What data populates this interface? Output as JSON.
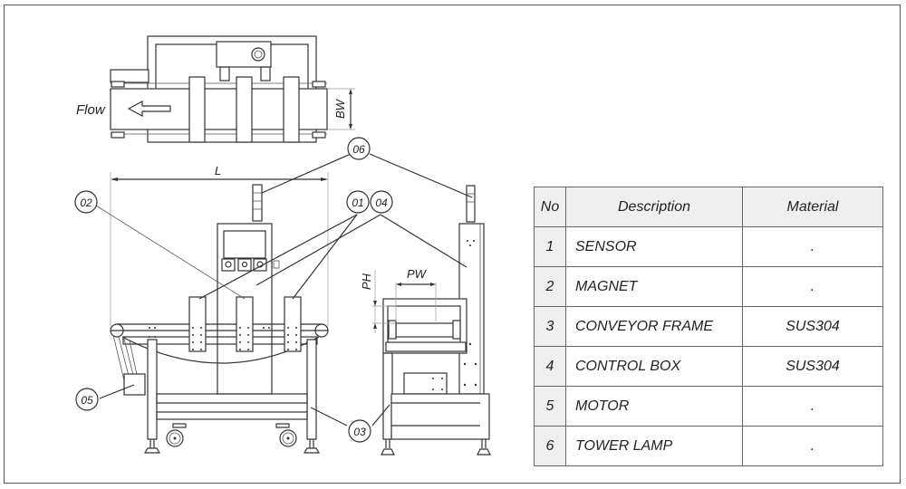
{
  "drawing": {
    "flow_label": "Flow",
    "dimensions": {
      "belt_width": "BW",
      "length": "L",
      "pass_height": "PH",
      "pass_width": "PW"
    },
    "callouts": [
      "01",
      "02",
      "03",
      "04",
      "05",
      "06"
    ]
  },
  "table": {
    "headers": {
      "no": "No",
      "description": "Description",
      "material": "Material"
    },
    "rows": [
      {
        "no": "1",
        "description": "SENSOR",
        "material": "."
      },
      {
        "no": "2",
        "description": "MAGNET",
        "material": "."
      },
      {
        "no": "3",
        "description": "CONVEYOR FRAME",
        "material": "SUS304"
      },
      {
        "no": "4",
        "description": "CONTROL BOX",
        "material": "SUS304"
      },
      {
        "no": "5",
        "description": "MOTOR",
        "material": "."
      },
      {
        "no": "6",
        "description": "TOWER LAMP",
        "material": "."
      }
    ]
  }
}
